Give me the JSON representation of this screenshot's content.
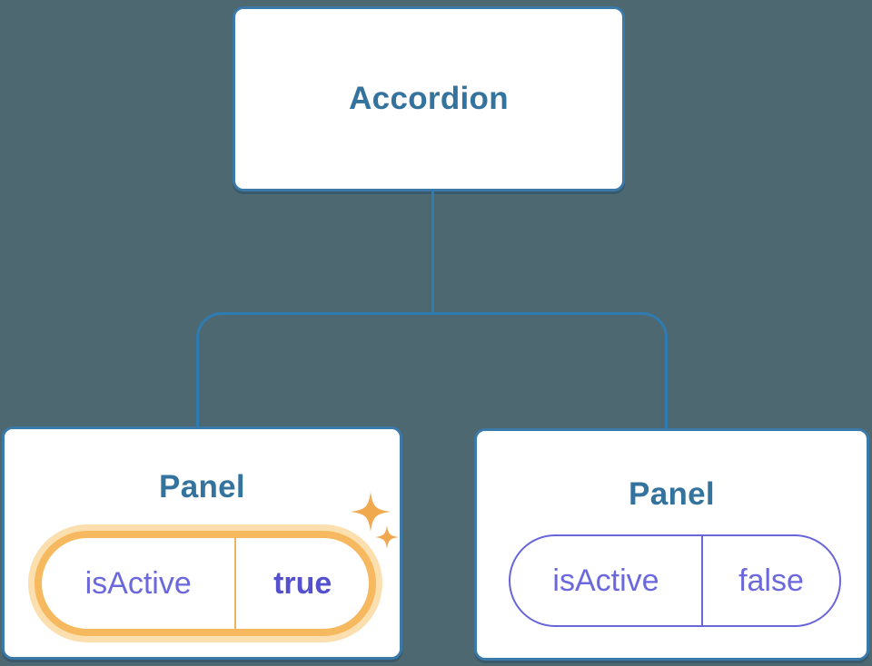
{
  "root_node": {
    "label": "Accordion"
  },
  "panels": [
    {
      "title": "Panel",
      "state_name": "isActive",
      "state_value": "true",
      "highlighted": true,
      "icon": "sparkles-icon"
    },
    {
      "title": "Panel",
      "state_name": "isActive",
      "state_value": "false",
      "highlighted": false
    }
  ],
  "colors": {
    "background": "#4d6871",
    "node_border_blue": "#3b79a8",
    "connector_blue": "#2e7cb2",
    "node_text_blue": "#35739f",
    "state_purple": "#6b68dd",
    "state_value_bold_purple": "#5550cd",
    "inactive_pill_border_purple": "#6966d9",
    "highlight_orange_border": "#f6b95f",
    "highlight_orange_glow": "#fcdfae",
    "sparkle_orange": "#f1a94f"
  }
}
